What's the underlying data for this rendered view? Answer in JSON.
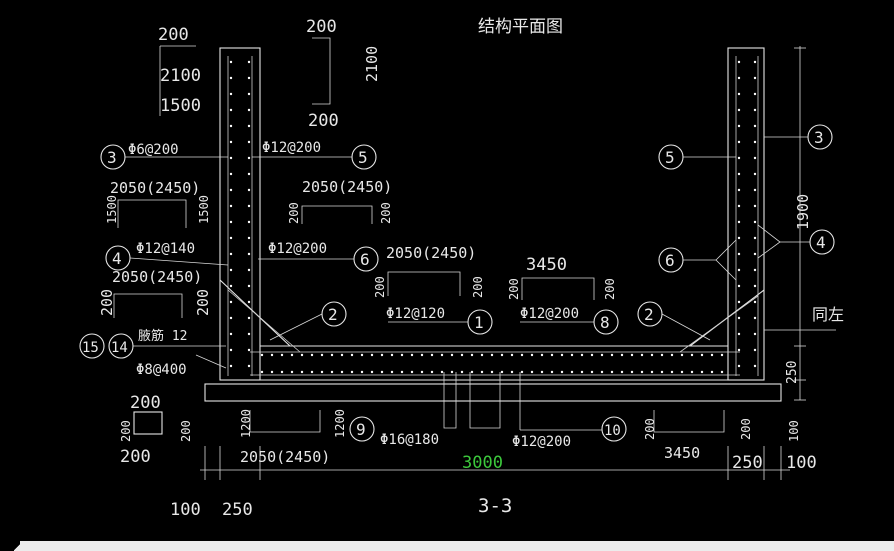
{
  "title": "结构平面图",
  "section_label": "3-3",
  "total_width": "3000",
  "colors": {
    "background": "#000000",
    "lines": "#e6e6e6",
    "dimension_highlight": "#3cc83c"
  },
  "top_left_dims": [
    "200",
    "2100",
    "1500"
  ],
  "top_wall_dims": {
    "top": "200",
    "side": "2100",
    "bottom": "200"
  },
  "markers": {
    "m1": "1",
    "m2a": "2",
    "m2b": "2",
    "m3a": "3",
    "m3b": "3",
    "m4a": "4",
    "m4b": "4",
    "m5a": "5",
    "m5b": "5",
    "m6a": "6",
    "m6b": "6",
    "m8": "8",
    "m9": "9",
    "m10": "10",
    "m14": "14",
    "m15": "15"
  },
  "rebar": {
    "r3": "Φ6@200",
    "r5": "Φ12@200",
    "r6": "Φ12@200",
    "r4": "Φ12@140",
    "r1": "Φ12@120",
    "r8": "Φ12@200",
    "r9": "Φ16@180",
    "r10": "Φ12@200",
    "r15": "Φ8@400",
    "r14": "腋筋 12"
  },
  "bar_shapes": {
    "b1": {
      "len": "2050(2450)",
      "left": "1500",
      "right": "1500"
    },
    "b2": {
      "len": "2050(2450)",
      "left": "200",
      "right": "200"
    },
    "b3": {
      "len": "2050(2450)",
      "left": "200",
      "right": "200"
    },
    "b4": {
      "len": "3450",
      "left": "200",
      "right": "200"
    },
    "b5": {
      "len": "2050(2450)",
      "left": "200",
      "right": "200"
    },
    "b6": {
      "len": "2050(2450)",
      "left": "1200",
      "right": "1200"
    },
    "b7": {
      "len": "3450",
      "left": "200",
      "right": "200"
    }
  },
  "small_box": {
    "top": "200",
    "left": "200",
    "right": "200",
    "bottom": "200"
  },
  "right_dims": {
    "height": "1900",
    "base": "250",
    "bottom": "100",
    "note": "同左"
  },
  "bottom_dims": {
    "left_100": "100",
    "left_250": "250",
    "right_250": "250",
    "right_100": "100"
  }
}
